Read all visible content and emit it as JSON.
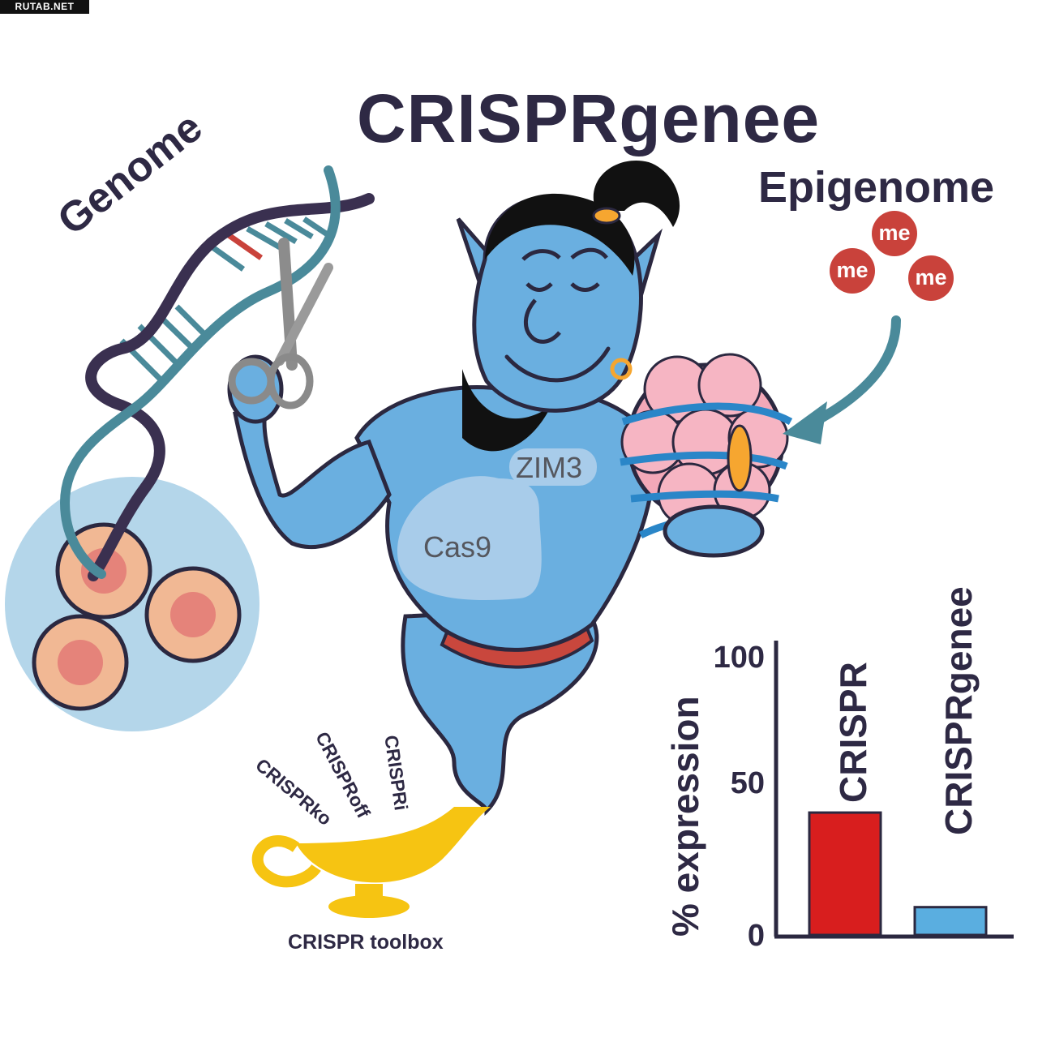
{
  "watermark": "RUTAB.NET",
  "title": "CRISPRgenee",
  "labels": {
    "genome": "Genome",
    "epigenome": "Epigenome",
    "methyl_marks": [
      "me",
      "me",
      "me"
    ],
    "zim3": "ZIM3",
    "cas9": "Cas9",
    "lamp_tools": [
      "CRISPRko",
      "CRISPRoff",
      "CRISPRi"
    ],
    "toolbox": "CRISPR toolbox"
  },
  "colors": {
    "genie_blue": "#6aafe0",
    "methyl_red": "#c9423b",
    "lamp_yellow": "#f6c412",
    "dna_purple": "#3a3050",
    "dna_teal": "#4a8a9a",
    "crispr_bar": "#d81e1e",
    "crisprgenee_bar": "#5aaee0"
  },
  "chart_data": {
    "type": "bar",
    "ylabel": "% expression",
    "yticks": [
      "100",
      "50",
      "0"
    ],
    "ylim": [
      0,
      100
    ],
    "categories": [
      "CRISPR",
      "CRISPRgenee"
    ],
    "values": [
      44,
      10
    ],
    "colors": [
      "#d81e1e",
      "#5aaee0"
    ]
  }
}
